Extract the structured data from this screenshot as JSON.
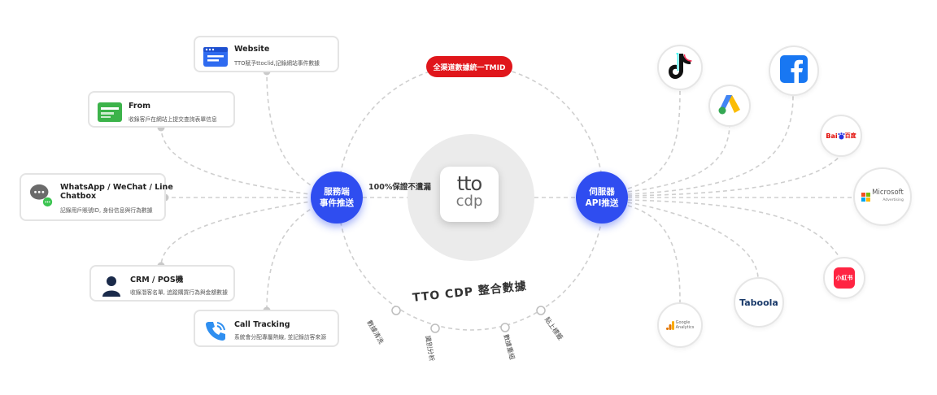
{
  "top_pill": "全渠道數據統一TMID",
  "center_logo": {
    "top": "tto",
    "bottom": "cdp"
  },
  "guarantee_text": "100%保證不遺漏",
  "hub_left": {
    "line1": "服務端",
    "line2": "事件推送"
  },
  "hub_right": {
    "line1": "伺服器",
    "line2": "API推送"
  },
  "arc_title": "TTO CDP 整合數據",
  "arc_labels": [
    "數據清洗",
    "識別分析",
    "數據重組",
    "貼上標籤"
  ],
  "sources": [
    {
      "title": "Website",
      "desc": "TTO賦予ttoclid,記錄網站事件數據",
      "icon": "browser-icon"
    },
    {
      "title": "From",
      "desc": "收錄客戶在網站上提交查詢表單信息",
      "icon": "form-icon"
    },
    {
      "title": "WhatsApp / WeChat / Line",
      "title2": "Chatbox",
      "desc": "記錄用戶賬號ID, 身份信息與行為數據",
      "icon": "chat-icon"
    },
    {
      "title": "CRM / POS機",
      "desc": "收錄潛客名單, 追蹤購買行為與金額數據",
      "icon": "user-icon"
    },
    {
      "title": "Call Tracking",
      "desc": "系統會分配專屬熱線, 並記錄訪客來源",
      "icon": "phone-icon"
    }
  ],
  "platforms": [
    {
      "name": "TikTok",
      "icon": "tiktok-icon"
    },
    {
      "name": "Google Ads",
      "icon": "google-ads-icon"
    },
    {
      "name": "Facebook",
      "icon": "facebook-icon"
    },
    {
      "name": "Baidu",
      "label": "Bai",
      "label2": "百度",
      "icon": "baidu-icon"
    },
    {
      "name": "Microsoft Advertising",
      "label": "Microsoft",
      "label2": "Advertising",
      "icon": "microsoft-icon"
    },
    {
      "name": "小紅書",
      "label": "小紅书",
      "icon": "xiaohongshu-icon"
    },
    {
      "name": "Taboola",
      "label": "Taboola",
      "icon": "taboola-icon"
    },
    {
      "name": "Google Analytics",
      "label": "Google",
      "label2": "Analytics",
      "icon": "google-analytics-icon"
    }
  ],
  "colors": {
    "hub": "#2f4df0",
    "pill": "#e0161b",
    "line": "#cfcfcf",
    "facebook": "#1877f2",
    "xiaohongshu": "#ff2442"
  }
}
